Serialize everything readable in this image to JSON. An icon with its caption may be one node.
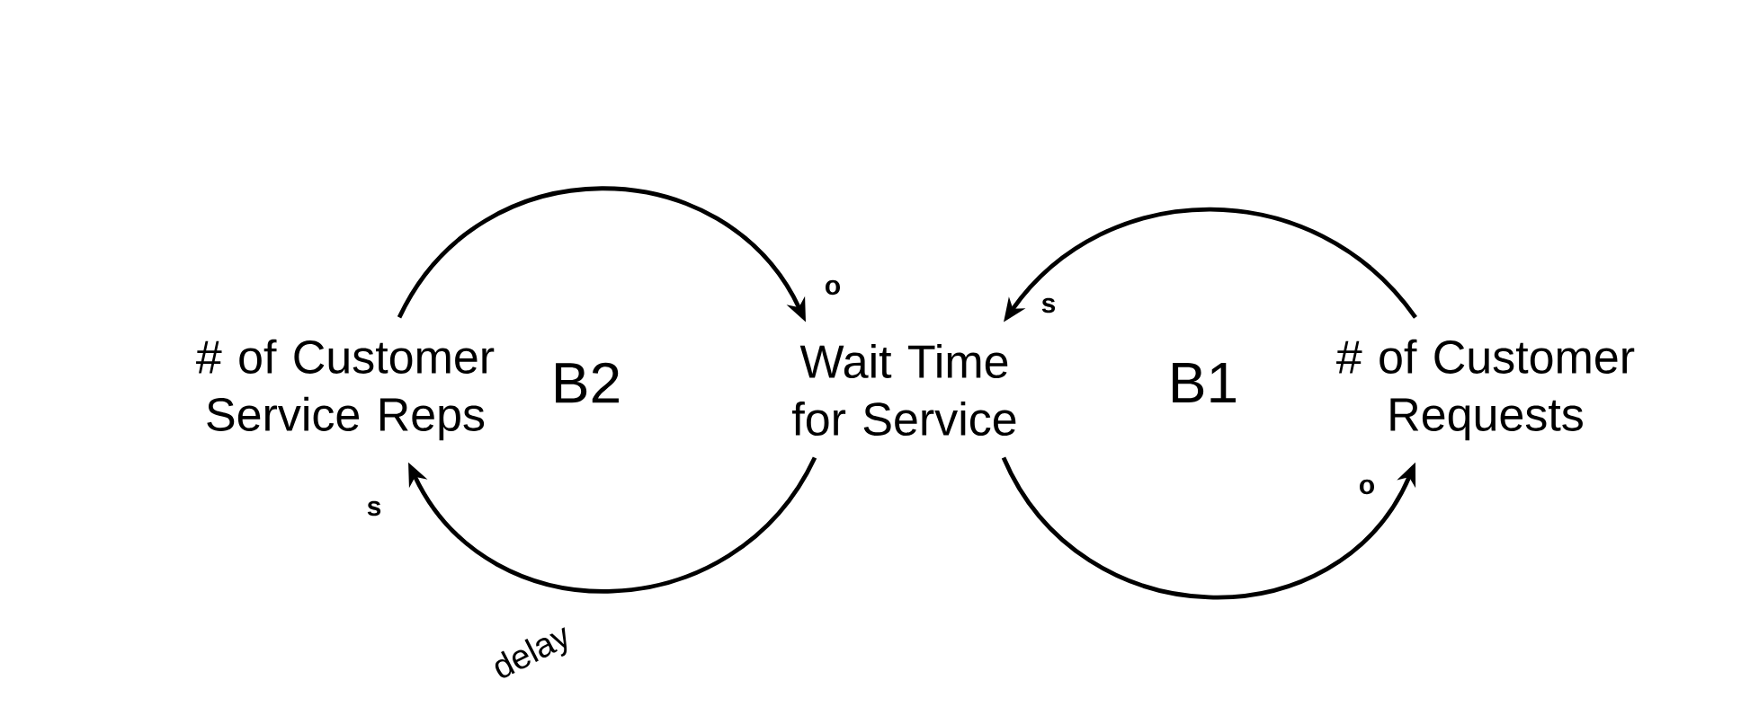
{
  "diagram": {
    "nodes": [
      {
        "text": [
          "# of Customer Service Reps"
        ]
      },
      {
        "text": [
          "Wait Time for Service"
        ]
      },
      {
        "text": [
          "# of Customer Requests"
        ]
      }
    ],
    "edges": [
      {
        "from": 0,
        "to": 1,
        "arrow": "to"
      },
      {
        "from": 2,
        "to": 1,
        "arrow": "to"
      },
      {
        "from": 1,
        "to": 2,
        "arrow": "to"
      },
      {
        "from": 1,
        "to": 0,
        "arrow": "to",
        "label": "delay"
      }
    ],
    "labels": [
      "o",
      "s",
      "B2",
      "B1",
      "o",
      "s"
    ]
  }
}
